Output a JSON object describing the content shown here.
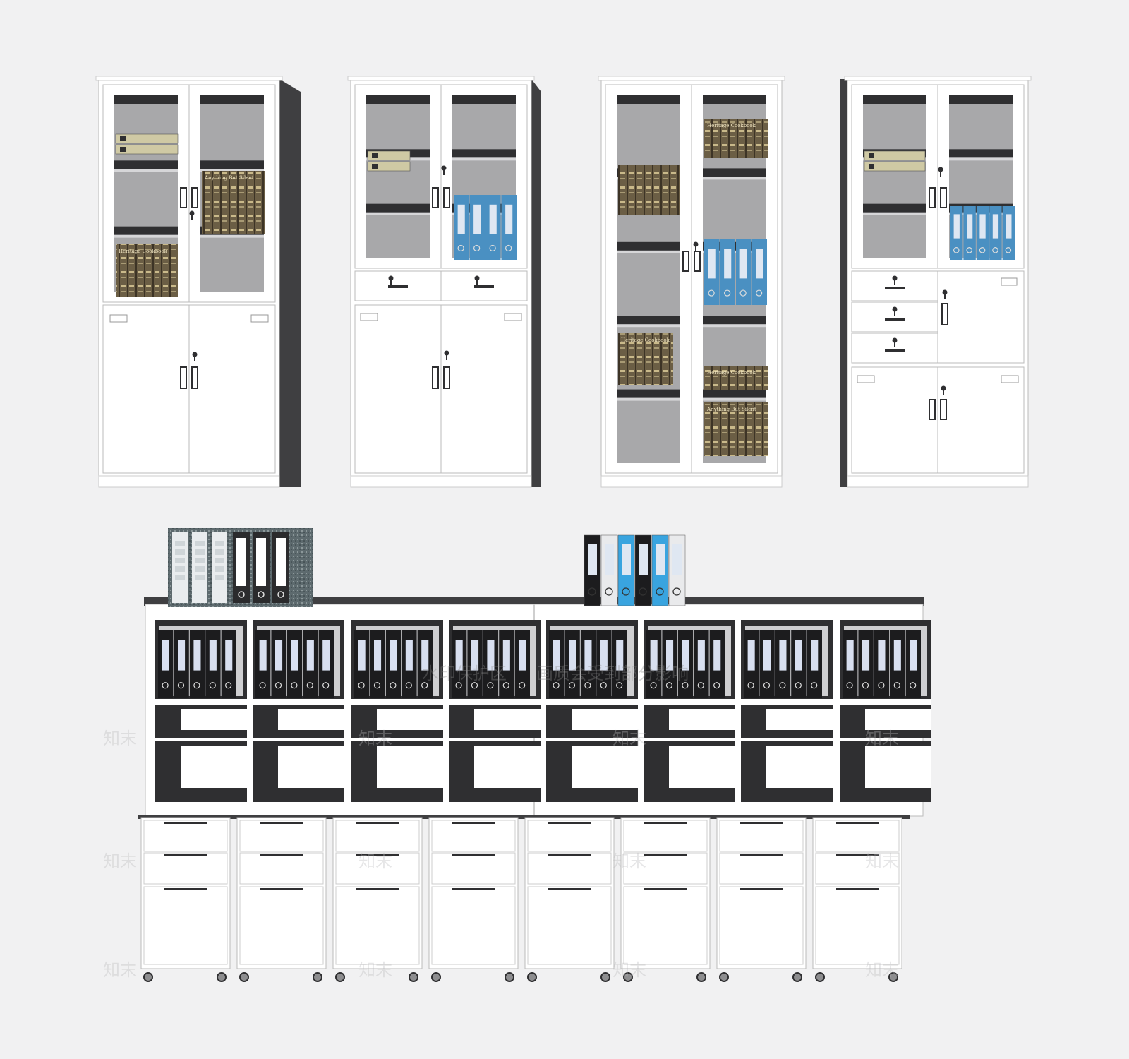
{
  "scene": {
    "colors": {
      "background": "#f1f1f2",
      "cabinet_white": "#ffffff",
      "cabinet_side": "#3f3f41",
      "interior": "#a8a8aa",
      "shelf_dark": "#2f2f31",
      "binder_blue": "#4a90c2",
      "binder_black": "#1c1c1e",
      "binder_khaki": "#cfc9a4",
      "book_brown": "#6b5e45"
    },
    "watermark": {
      "text_1": "水印保护区",
      "text_2": "画质会受到部分影响",
      "logo": "知末"
    },
    "book_labels": {
      "heritage": "Heritage Cookbook",
      "spine": "Anything But Silent"
    },
    "cabinets_count": 4,
    "lower_unit": {
      "mobile_pedestals": 8,
      "drawers_per_pedestal": 3
    }
  }
}
